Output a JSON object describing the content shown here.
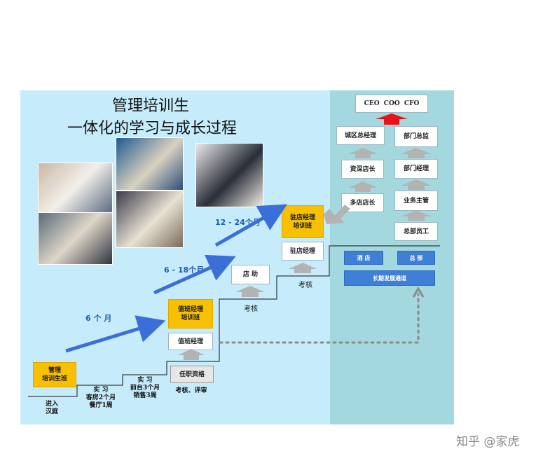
{
  "title": {
    "line1": "管理培训生",
    "line2": "一体化的学习与成长过程"
  },
  "top_box": "CEO  COO  CFO",
  "right_ladder": {
    "left_column": [
      "城区总经理",
      "资深店长",
      "多店店长"
    ],
    "right_column": [
      "部门总监",
      "部门经理",
      "业务主管",
      "总部员工"
    ]
  },
  "right_panel": {
    "hotel": "酒 店",
    "hq": "总 部",
    "talent_pool": "长期发展通道"
  },
  "stages": {
    "trainee": "管理\n培训生班",
    "duty_qualification": "任职资格",
    "dept_manager_class": "值班经理\n培训班",
    "dept_manager": "值班经理",
    "assistant": "店 助",
    "resident_manager_class": "驻店经理\n培训班",
    "resident_manager": "驻店经理"
  },
  "periods": {
    "p1": "6 个 月",
    "p2": "6 - 18个月",
    "p3": "12 - 24个月"
  },
  "labels": {
    "enter": "进入\n汉庭",
    "intern1": "实 习\n客房2个月\n餐厅1周",
    "intern2": "实 习\n前台3个月\n销售3周",
    "assess_review": "考核、评审",
    "assess1": "考核",
    "assess2": "考核"
  },
  "watermark": "知乎 @家虎",
  "colors": {
    "arrow_blue": "#3a6fd8",
    "red_arrow": "#e8121b",
    "gray_arrow": "#b3b3b3",
    "yellow_box": "#f7c000"
  }
}
